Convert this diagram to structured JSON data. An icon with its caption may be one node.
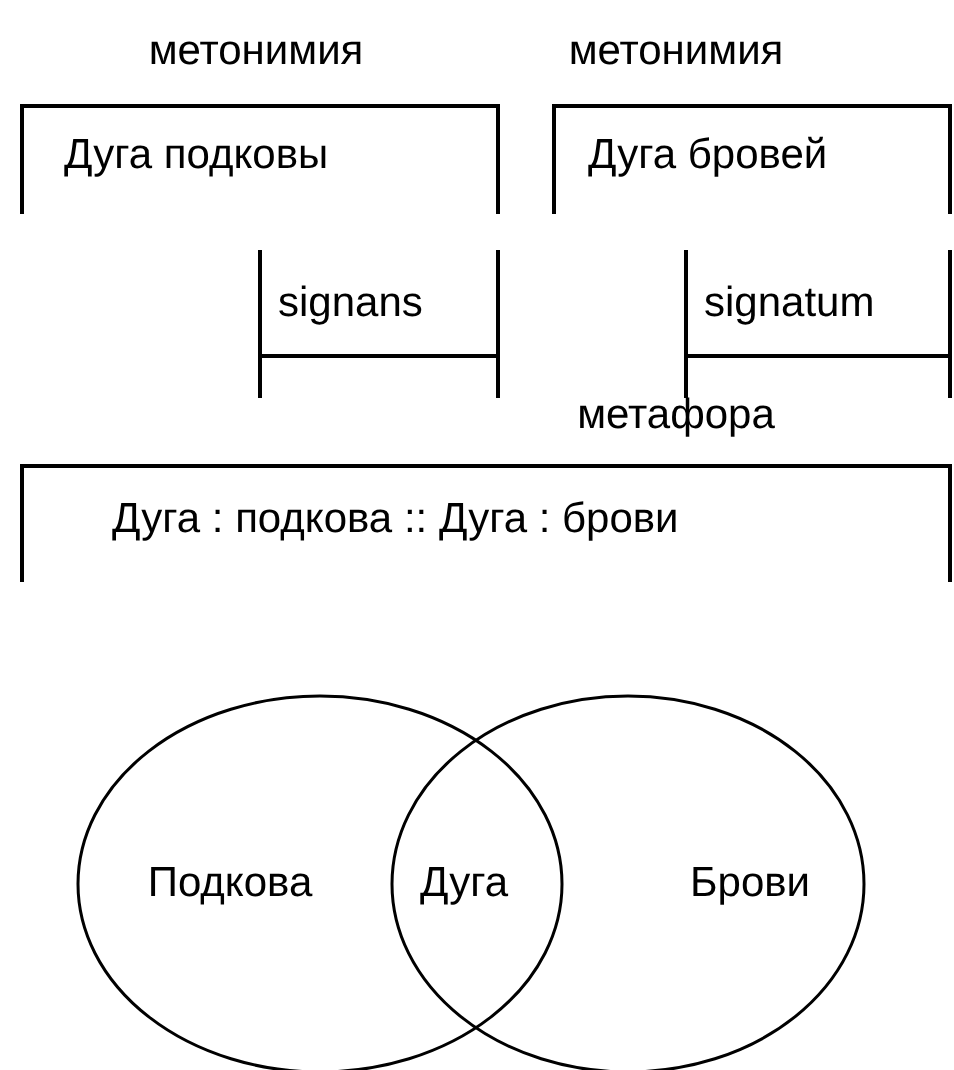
{
  "diagram": {
    "nodes": [
      {
        "text": [
          "метонимия",
          "Дуга подковы"
        ]
      },
      {
        "text": [
          "метонимия",
          "Дуга бровей"
        ]
      },
      {
        "text": [
          "signans"
        ]
      },
      {
        "text": [
          "signatum"
        ]
      },
      {
        "text": [
          "метафора",
          "Дуга : подкова :: Дуга : брови"
        ]
      },
      {
        "text": [
          "Подкова"
        ]
      },
      {
        "text": [
          "Брови"
        ]
      }
    ],
    "edges": [],
    "labels": [
      "Дуга"
    ]
  }
}
